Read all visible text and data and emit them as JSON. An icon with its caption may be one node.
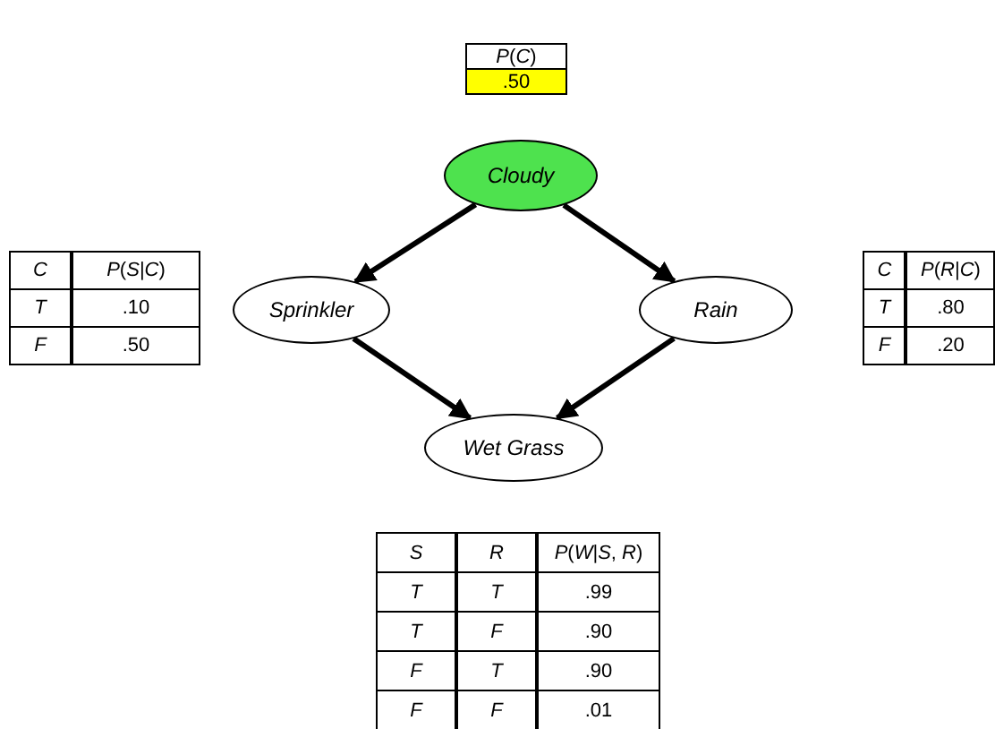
{
  "diagram": {
    "nodes": [
      {
        "text": [
          "Cloudy"
        ]
      },
      {
        "text": [
          "Sprinkler"
        ]
      },
      {
        "text": [
          "Rain"
        ]
      },
      {
        "text": [
          "Wet Grass"
        ]
      }
    ],
    "edges": [
      {
        "from": 0,
        "to": 1,
        "arrow": "to"
      },
      {
        "from": 0,
        "to": 2,
        "arrow": "to"
      },
      {
        "from": 1,
        "to": 3,
        "arrow": "to"
      },
      {
        "from": 2,
        "to": 3,
        "arrow": "to"
      }
    ],
    "labels": [
      "*P*(*C*)",
      ".50",
      "C",
      "*P*(*S*|*C*)",
      "T",
      ".10",
      "F",
      ".50",
      "C",
      "*P*(*R*|*C*)",
      "T",
      ".80",
      "F",
      ".20",
      "S",
      "R",
      "*P*(*W*|*S*, *R*)",
      "T",
      "T",
      ".99",
      "T",
      "F",
      ".90",
      "F",
      "T",
      ".90",
      "F",
      "F",
      ".01"
    ]
  }
}
